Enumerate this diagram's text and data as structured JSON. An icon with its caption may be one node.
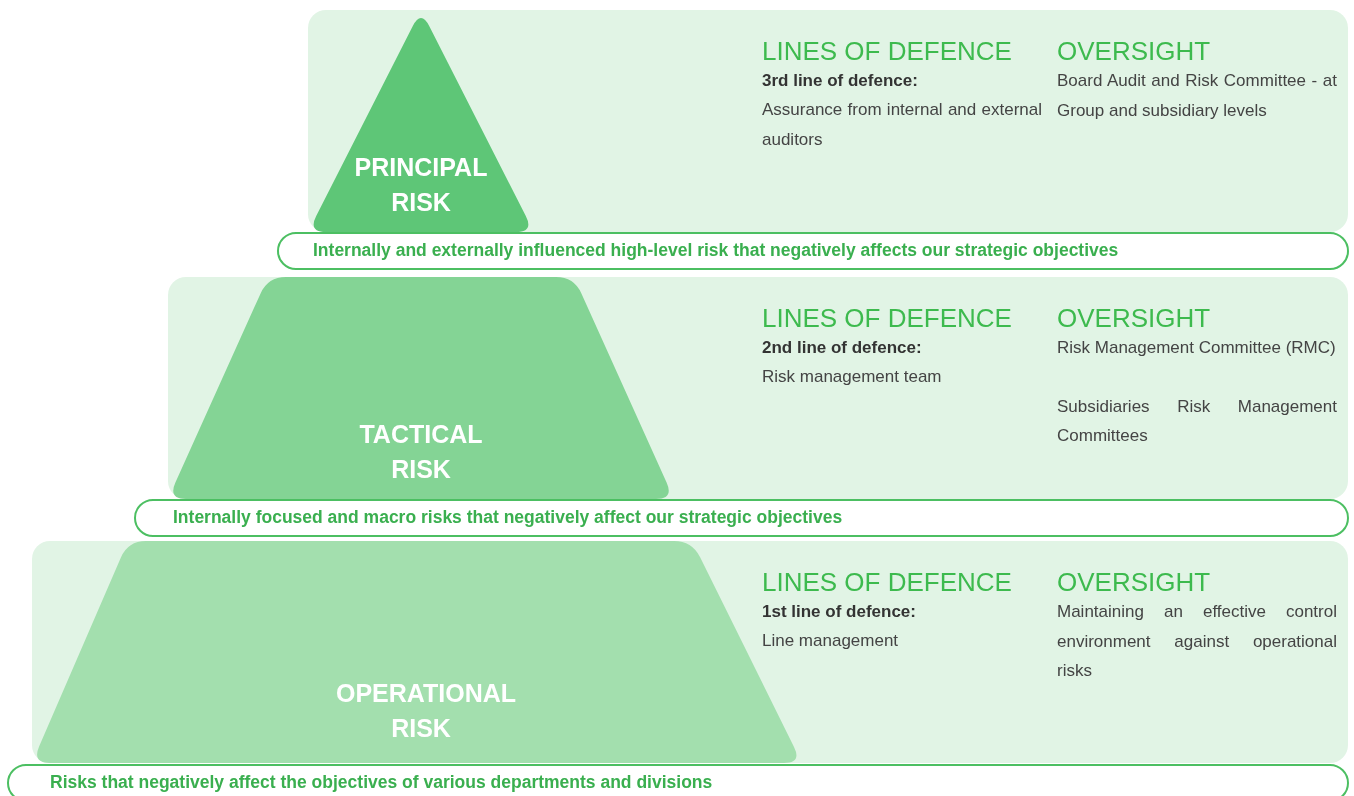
{
  "diagram": {
    "nodes": [
      {
        "text": [
          "LINES OF DEFENCE",
          "3rd line of defence:",
          "Assurance from internal and external auditors",
          "OVERSIGHT",
          "Board Audit and Risk Committee - at Group and subsidiary levels"
        ]
      },
      {
        "text": [
          "PRINCIPAL RISK"
        ],
        "in": 0
      },
      {
        "text": [
          "Internally and externally influenced high-level risk that negatively affects our strategic objectives"
        ]
      },
      {
        "text": [
          "LINES OF DEFENCE",
          "2nd line of defence:",
          "Risk management team",
          "OVERSIGHT",
          "Risk Management Committee (RMC)",
          "Subsidiaries Risk Management Committees"
        ]
      },
      {
        "text": [
          "TACTICAL RISK"
        ],
        "in": 3
      },
      {
        "text": [
          "Internally focused and macro risks that negatively affect our strategic objectives"
        ]
      },
      {
        "text": [
          "LINES OF DEFENCE",
          "1st line of defence:",
          "Line management",
          "OVERSIGHT",
          "Maintaining an effective control environment against operational risks"
        ]
      },
      {
        "text": [
          "OPERATIONAL RISK"
        ],
        "in": 6
      },
      {
        "text": [
          "Risks that negatively affect the objectives of various departments and divisions"
        ]
      }
    ],
    "edges": []
  }
}
